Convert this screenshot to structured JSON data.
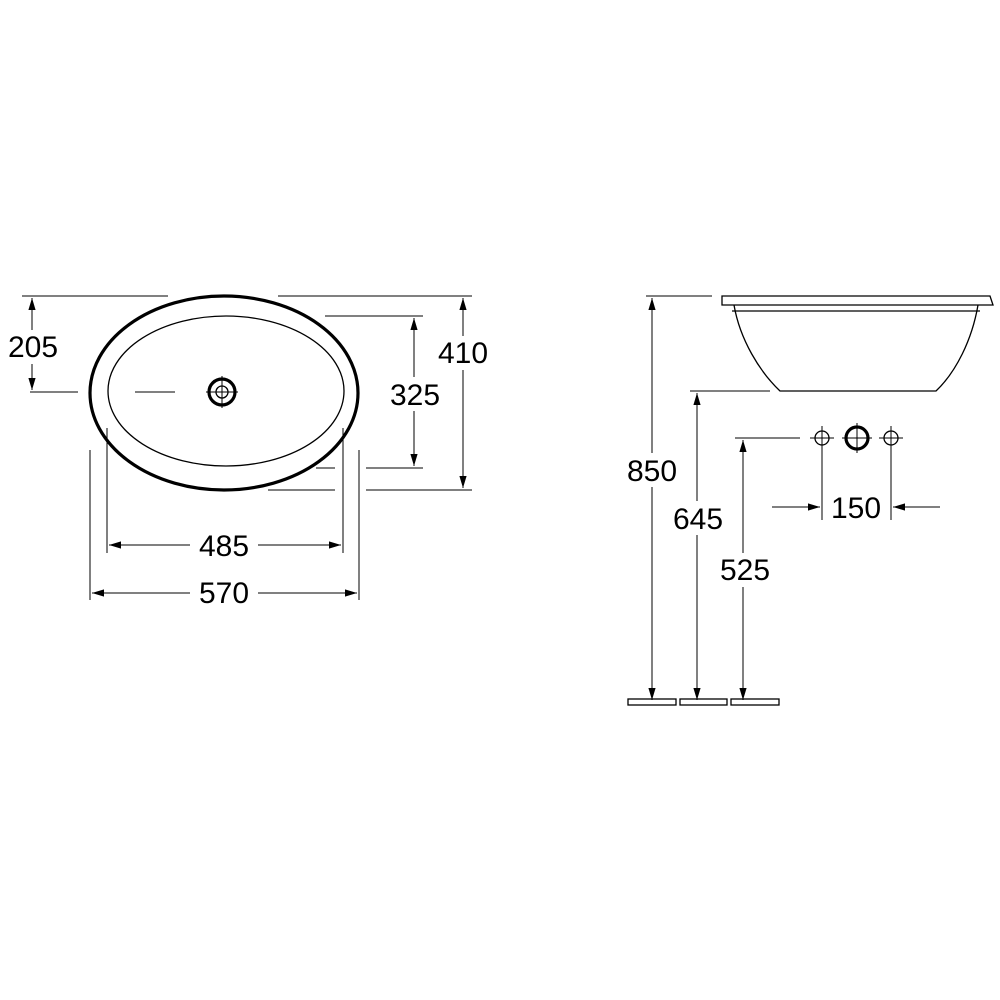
{
  "plan_view": {
    "dim_half_depth": "205",
    "dim_inner_depth": "325",
    "dim_outer_depth": "410",
    "dim_inner_width": "485",
    "dim_outer_width": "570"
  },
  "side_view": {
    "dim_rim_height": "850",
    "dim_bowl_bottom_height": "645",
    "dim_tap_height": "525",
    "dim_tap_spacing": "150"
  }
}
